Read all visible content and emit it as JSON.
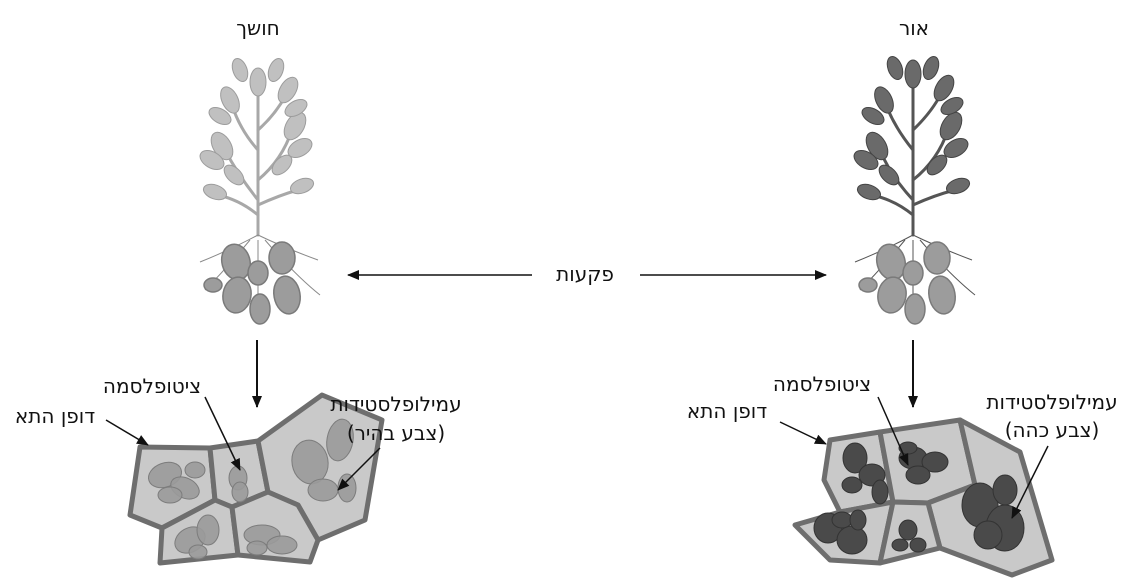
{
  "labels": {
    "dark_title": "חושך",
    "light_title": "אור",
    "tubers": "פקעות",
    "cytoplasm_left": "ציטופלסמה",
    "cell_wall_left": "דופן התא",
    "amyloplasts_left": "עמילופלסטידות",
    "amyloplasts_left_note": "(צבע בהיר)",
    "cytoplasm_right": "ציטופלסמה",
    "cell_wall_right": "דופן התא",
    "amyloplasts_right": "עמילופלסטידות",
    "amyloplasts_right_note": "(צבע כהה)"
  },
  "colors": {
    "dark_plant": "#b4b4b4",
    "light_plant": "#6a6a6a",
    "cell_fill": "#c9c9c9",
    "cell_wall": "#6e6e6e",
    "pale_plastid": "#9a9a9a",
    "dark_plastid": "#4a4a4a"
  }
}
